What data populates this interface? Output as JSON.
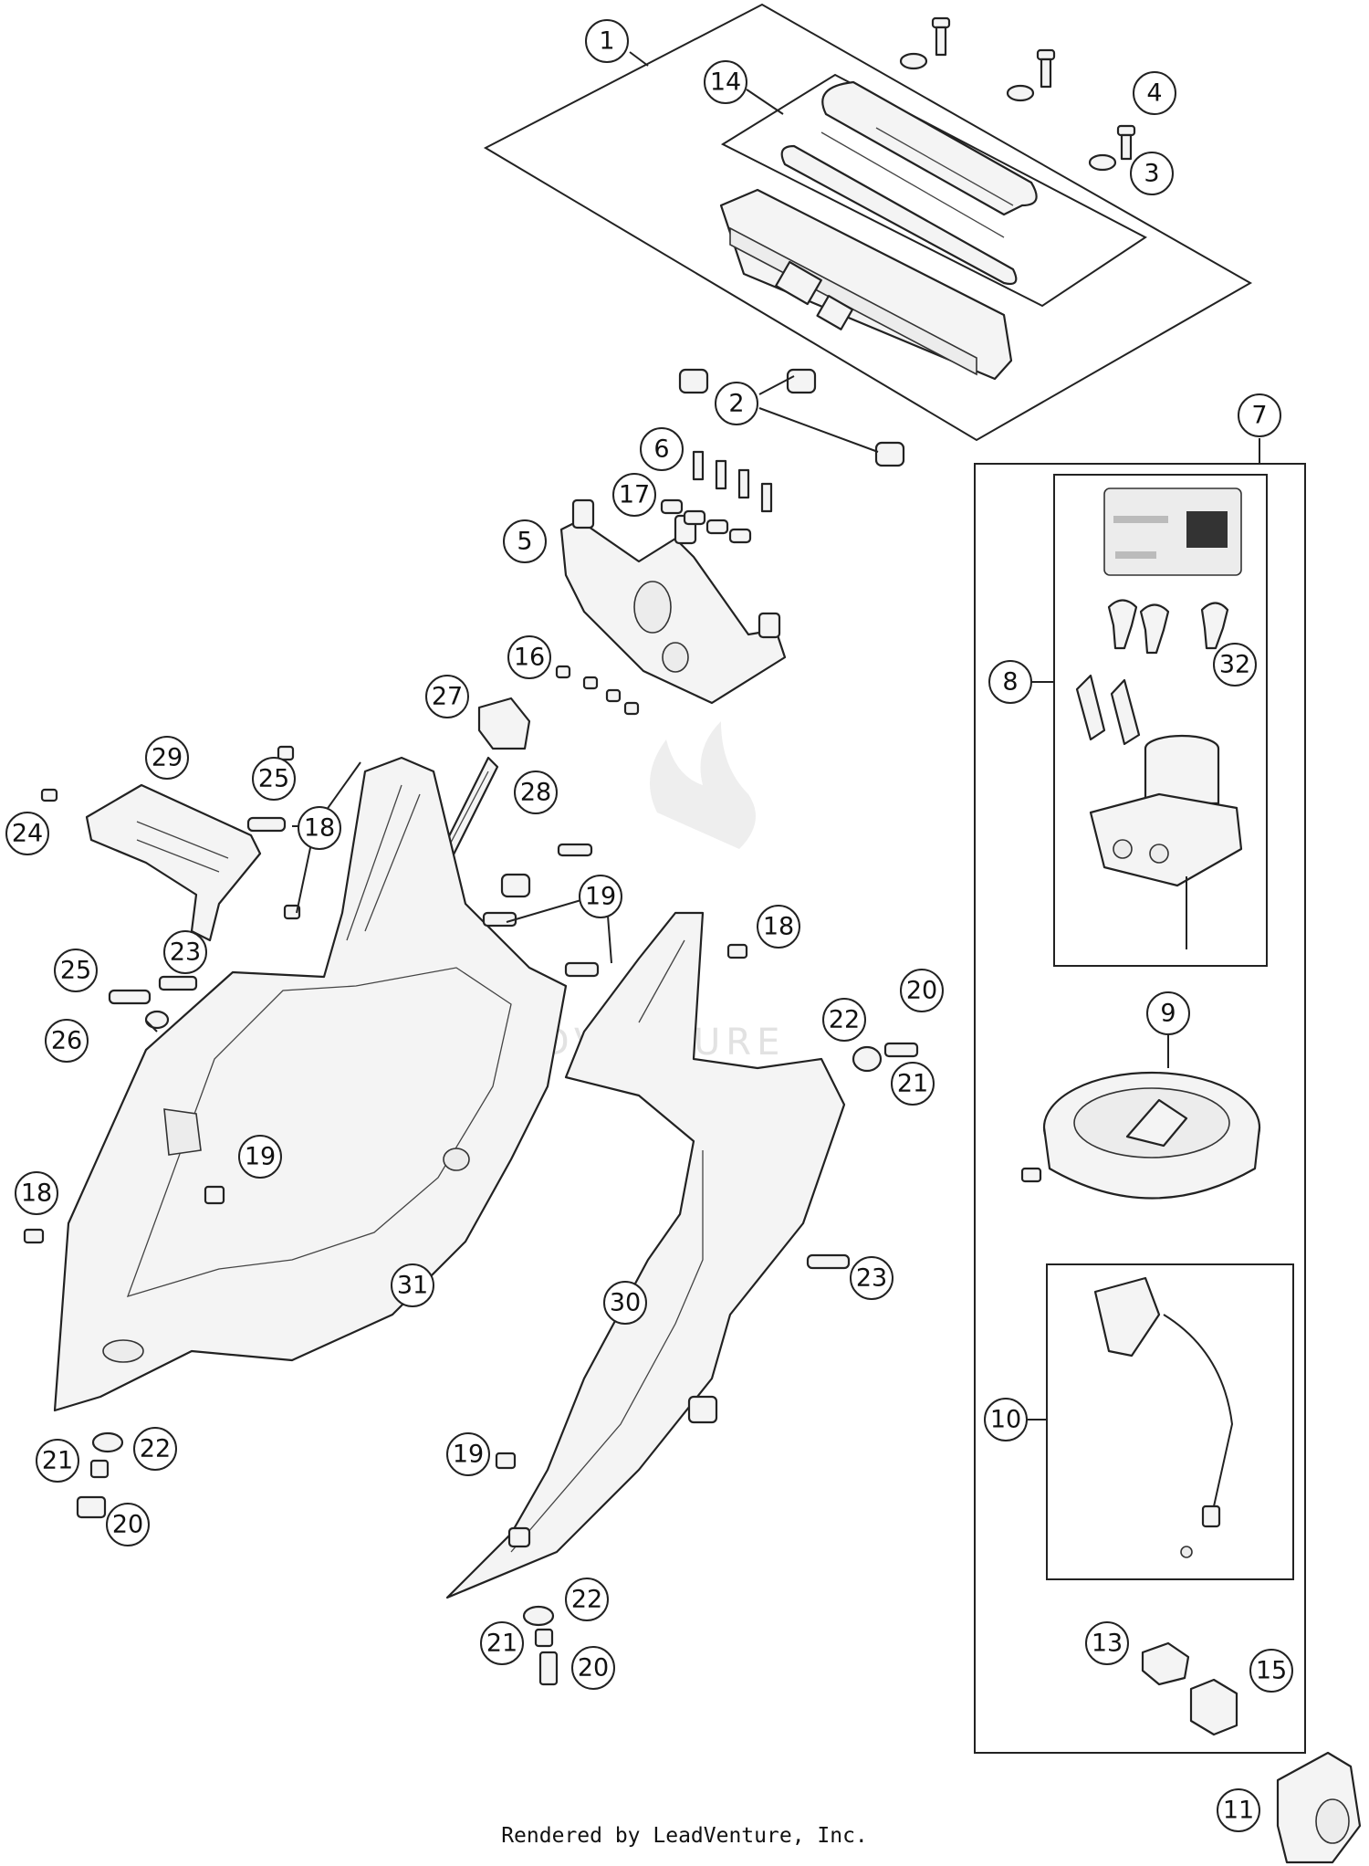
{
  "watermark_text": "LEADVENTURE",
  "credit_text": "Rendered by LeadVenture, Inc.",
  "callouts": {
    "c1": "1",
    "c2": "2",
    "c3": "3",
    "c4": "4",
    "c5": "5",
    "c6": "6",
    "c7": "7",
    "c8": "8",
    "c9": "9",
    "c10": "10",
    "c11": "11",
    "c13": "13",
    "c14": "14",
    "c15": "15",
    "c16": "16",
    "c17": "17",
    "c18": "18",
    "c19": "19",
    "c20": "20",
    "c21": "21",
    "c22": "22",
    "c23": "23",
    "c24": "24",
    "c25": "25",
    "c26": "26",
    "c27": "27",
    "c28": "28",
    "c29": "29",
    "c30": "30",
    "c31": "31",
    "c32": "32"
  }
}
